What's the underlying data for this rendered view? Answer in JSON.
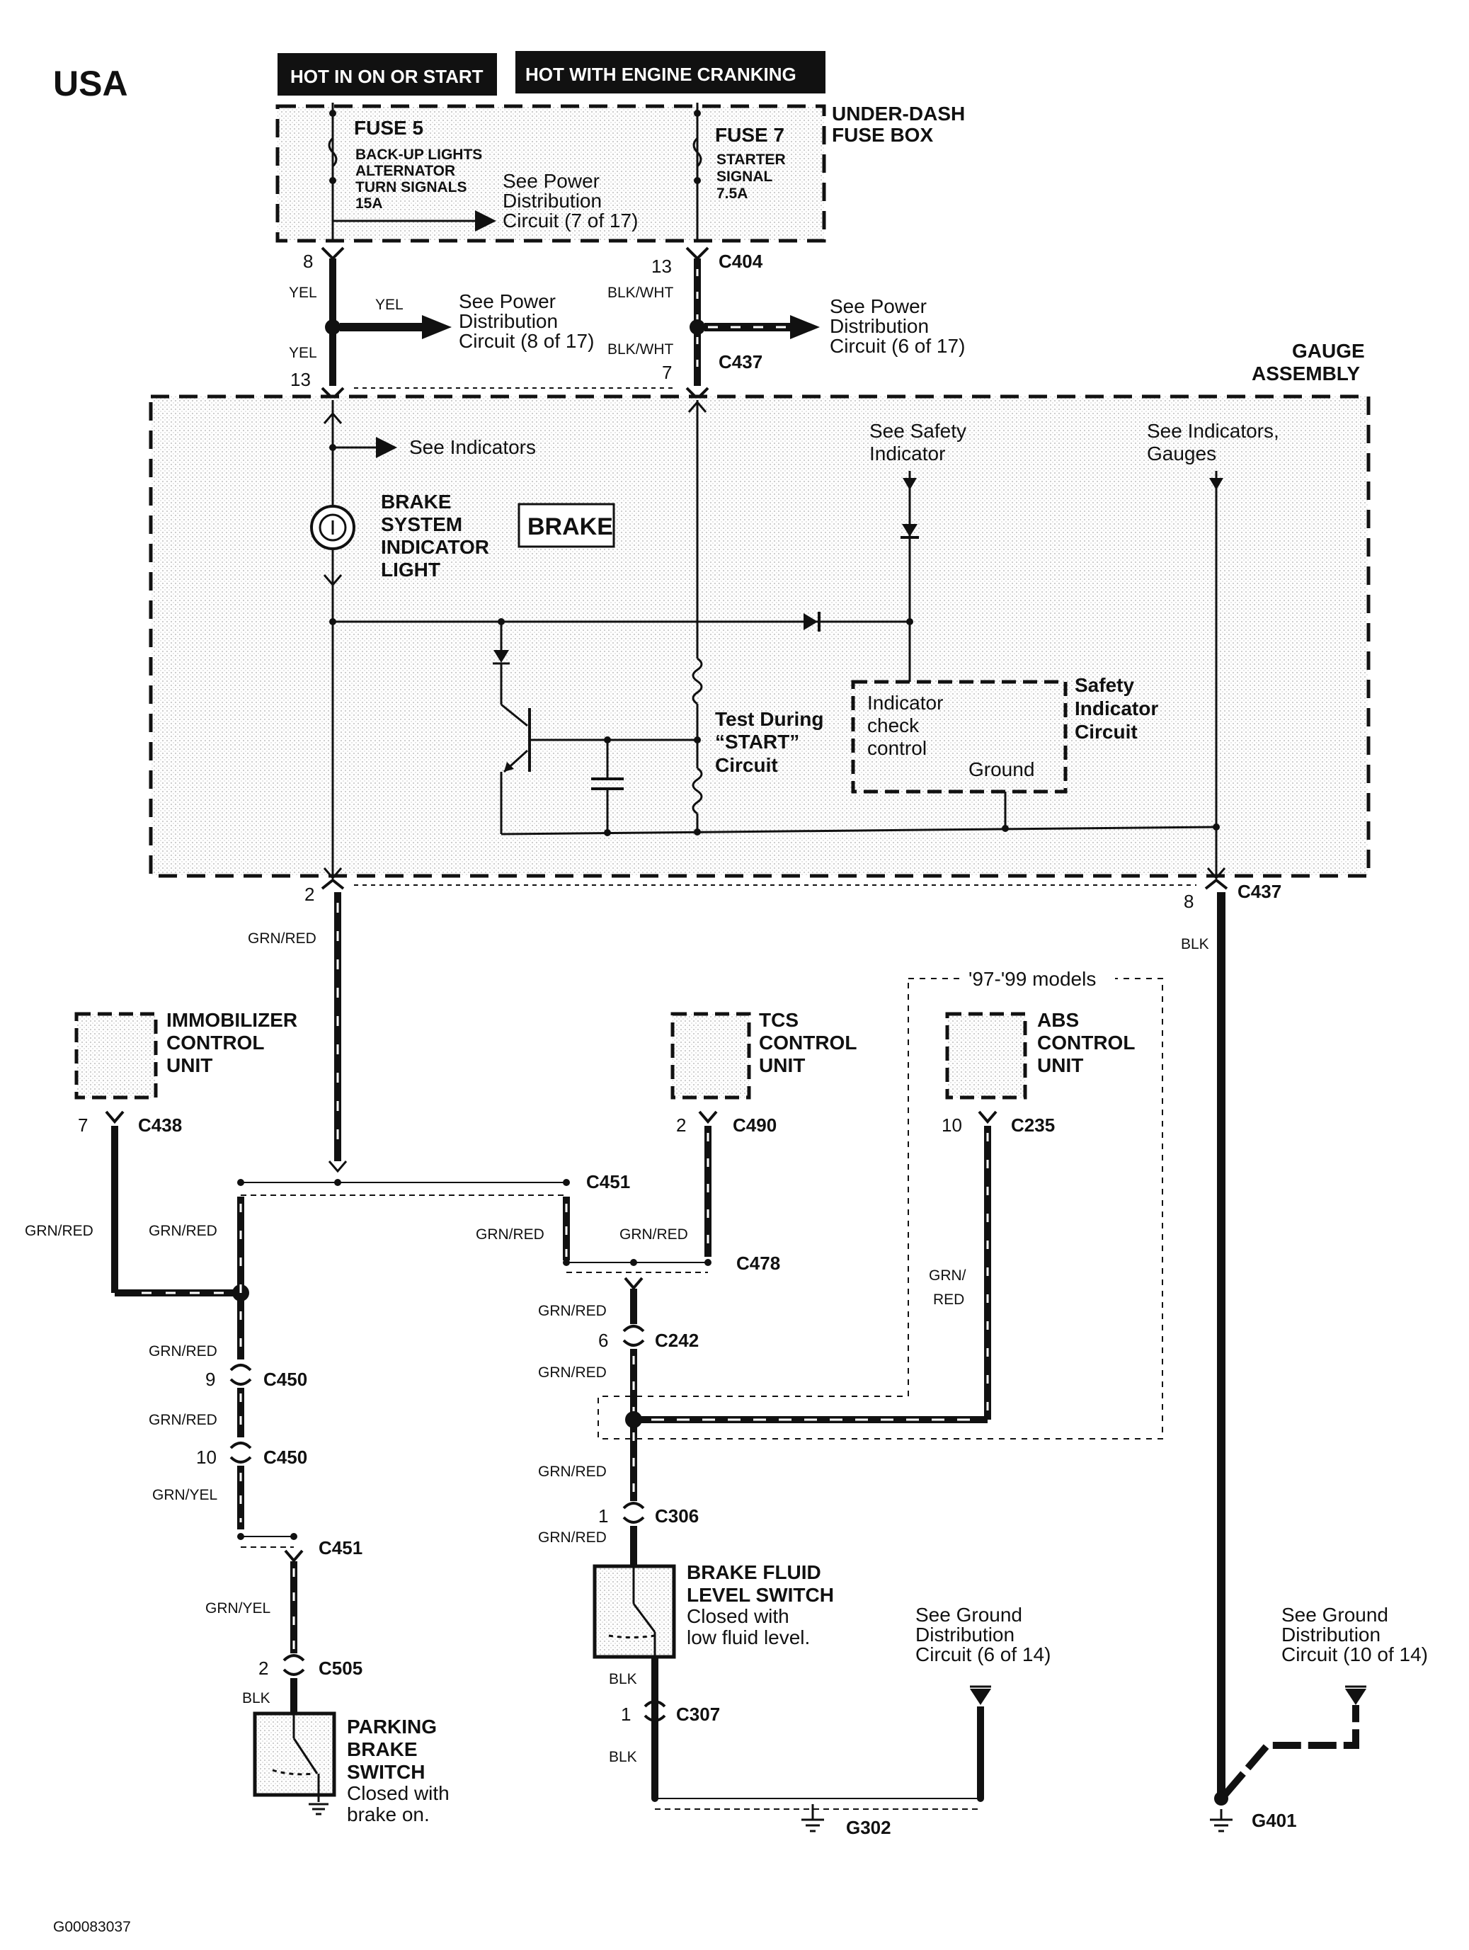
{
  "region": "USA",
  "headers": {
    "hot_on_start": "HOT IN ON OR START",
    "hot_cranking": "HOT WITH ENGINE CRANKING"
  },
  "fuse_box": {
    "title_line1": "UNDER-DASH",
    "title_line2": "FUSE BOX",
    "fuse5": {
      "name": "FUSE 5",
      "lines": [
        "BACK-UP LIGHTS",
        "ALTERNATOR",
        "TURN SIGNALS",
        "15A"
      ]
    },
    "fuse7": {
      "name": "FUSE 7",
      "lines": [
        "STARTER",
        "SIGNAL",
        "7.5A"
      ]
    },
    "see_power_7": [
      "See Power",
      "Distribution",
      "Circuit (7 of 17)"
    ]
  },
  "connectors": {
    "c404": "C404",
    "c437_top": "C437",
    "c437_bottom": "C437",
    "c438": "C438",
    "c451_top": "C451",
    "c478": "C478",
    "c490": "C490",
    "c235": "C235",
    "c242": "C242",
    "c450_a": "C450",
    "c450_b": "C450",
    "c451_bottom": "C451",
    "c505": "C505",
    "c306": "C306",
    "c307": "C307",
    "g302": "G302",
    "g401": "G401"
  },
  "pins": {
    "p8_top": "8",
    "p13_top": "13",
    "p13_c437": "13",
    "p7_c437": "7",
    "p2_gauge": "2",
    "p8_gauge": "8",
    "p7_c438": "7",
    "p2_c490": "2",
    "p10_c235": "10",
    "p6_c242": "6",
    "p9_c450": "9",
    "p10_c450": "10",
    "p2_c505": "2",
    "p1_c306": "1",
    "p1_c307": "1"
  },
  "wires": {
    "yel_a": "YEL",
    "yel_b": "YEL",
    "yel_c": "YEL",
    "blkwht_a": "BLK/WHT",
    "blkwht_b": "BLK/WHT",
    "grnred_main": "GRN/RED",
    "blk_g401": "BLK",
    "grnred_imm": "GRN/RED",
    "grnred_left": "GRN/RED",
    "grnred_c451": "GRN/RED",
    "grnred_tcs": "GRN/RED",
    "grnred_c242a": "GRN/RED",
    "grnred_c242b": "GRN/RED",
    "grnred_abs1": "GRN/",
    "grnred_abs2": "RED",
    "grnred_c450a": "GRN/RED",
    "grnred_c450b": "GRN/RED",
    "grnyel_c450": "GRN/YEL",
    "grnyel_c505": "GRN/YEL",
    "blk_park": "BLK",
    "grnred_c306a": "GRN/RED",
    "grnred_c306b": "GRN/RED",
    "blk_c307a": "BLK",
    "blk_c307b": "BLK"
  },
  "see_power_8": [
    "See Power",
    "Distribution",
    "Circuit (8 of 17)"
  ],
  "see_power_6": [
    "See Power",
    "Distribution",
    "Circuit (6 of 17)"
  ],
  "gauge_assembly": {
    "title_line1": "GAUGE",
    "title_line2": "ASSEMBLY",
    "see_indicators": "See Indicators",
    "see_safety": [
      "See Safety",
      "Indicator"
    ],
    "see_ind_gauges": [
      "See Indicators,",
      "Gauges"
    ],
    "brake_light": [
      "BRAKE",
      "SYSTEM",
      "INDICATOR",
      "LIGHT"
    ],
    "brake_label": "BRAKE",
    "test_start": [
      "Test During",
      "“START”",
      "Circuit"
    ],
    "indicator_check": [
      "Indicator",
      "check",
      "control"
    ],
    "ground": "Ground",
    "safety_circuit": [
      "Safety",
      "Indicator",
      "Circuit"
    ]
  },
  "immobilizer": [
    "IMMOBILIZER",
    "CONTROL",
    "UNIT"
  ],
  "tcs": [
    "TCS",
    "CONTROL",
    "UNIT"
  ],
  "abs": [
    "ABS",
    "CONTROL",
    "UNIT"
  ],
  "models_note": "'97-'99 models",
  "parking_brake": [
    "PARKING",
    "BRAKE",
    "SWITCH",
    "Closed with",
    "brake on."
  ],
  "brake_fluid": [
    "BRAKE FLUID",
    "LEVEL SWITCH",
    "Closed with",
    "low fluid level."
  ],
  "see_ground_6": [
    "See Ground",
    "Distribution",
    "Circuit (6 of 14)"
  ],
  "see_ground_10": [
    "See Ground",
    "Distribution",
    "Circuit (10 of 14)"
  ],
  "figure_id": "G00083037"
}
